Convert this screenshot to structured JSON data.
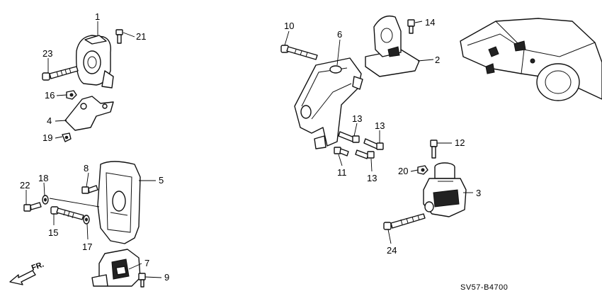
{
  "diagram": {
    "callouts": {
      "p1": "1",
      "p2": "2",
      "p3": "3",
      "p4": "4",
      "p5": "5",
      "p6": "6",
      "p7": "7",
      "p8": "8",
      "p9": "9",
      "p10": "10",
      "p11": "11",
      "p12": "12",
      "p13a": "13",
      "p13b": "13",
      "p13c": "13",
      "p14": "14",
      "p15": "15",
      "p16": "16",
      "p17": "17",
      "p18": "18",
      "p19": "19",
      "p20": "20",
      "p21": "21",
      "p22": "22",
      "p23": "23",
      "p24": "24"
    },
    "front_indicator": "FR.",
    "drawing_code": "SV57-B4700"
  }
}
